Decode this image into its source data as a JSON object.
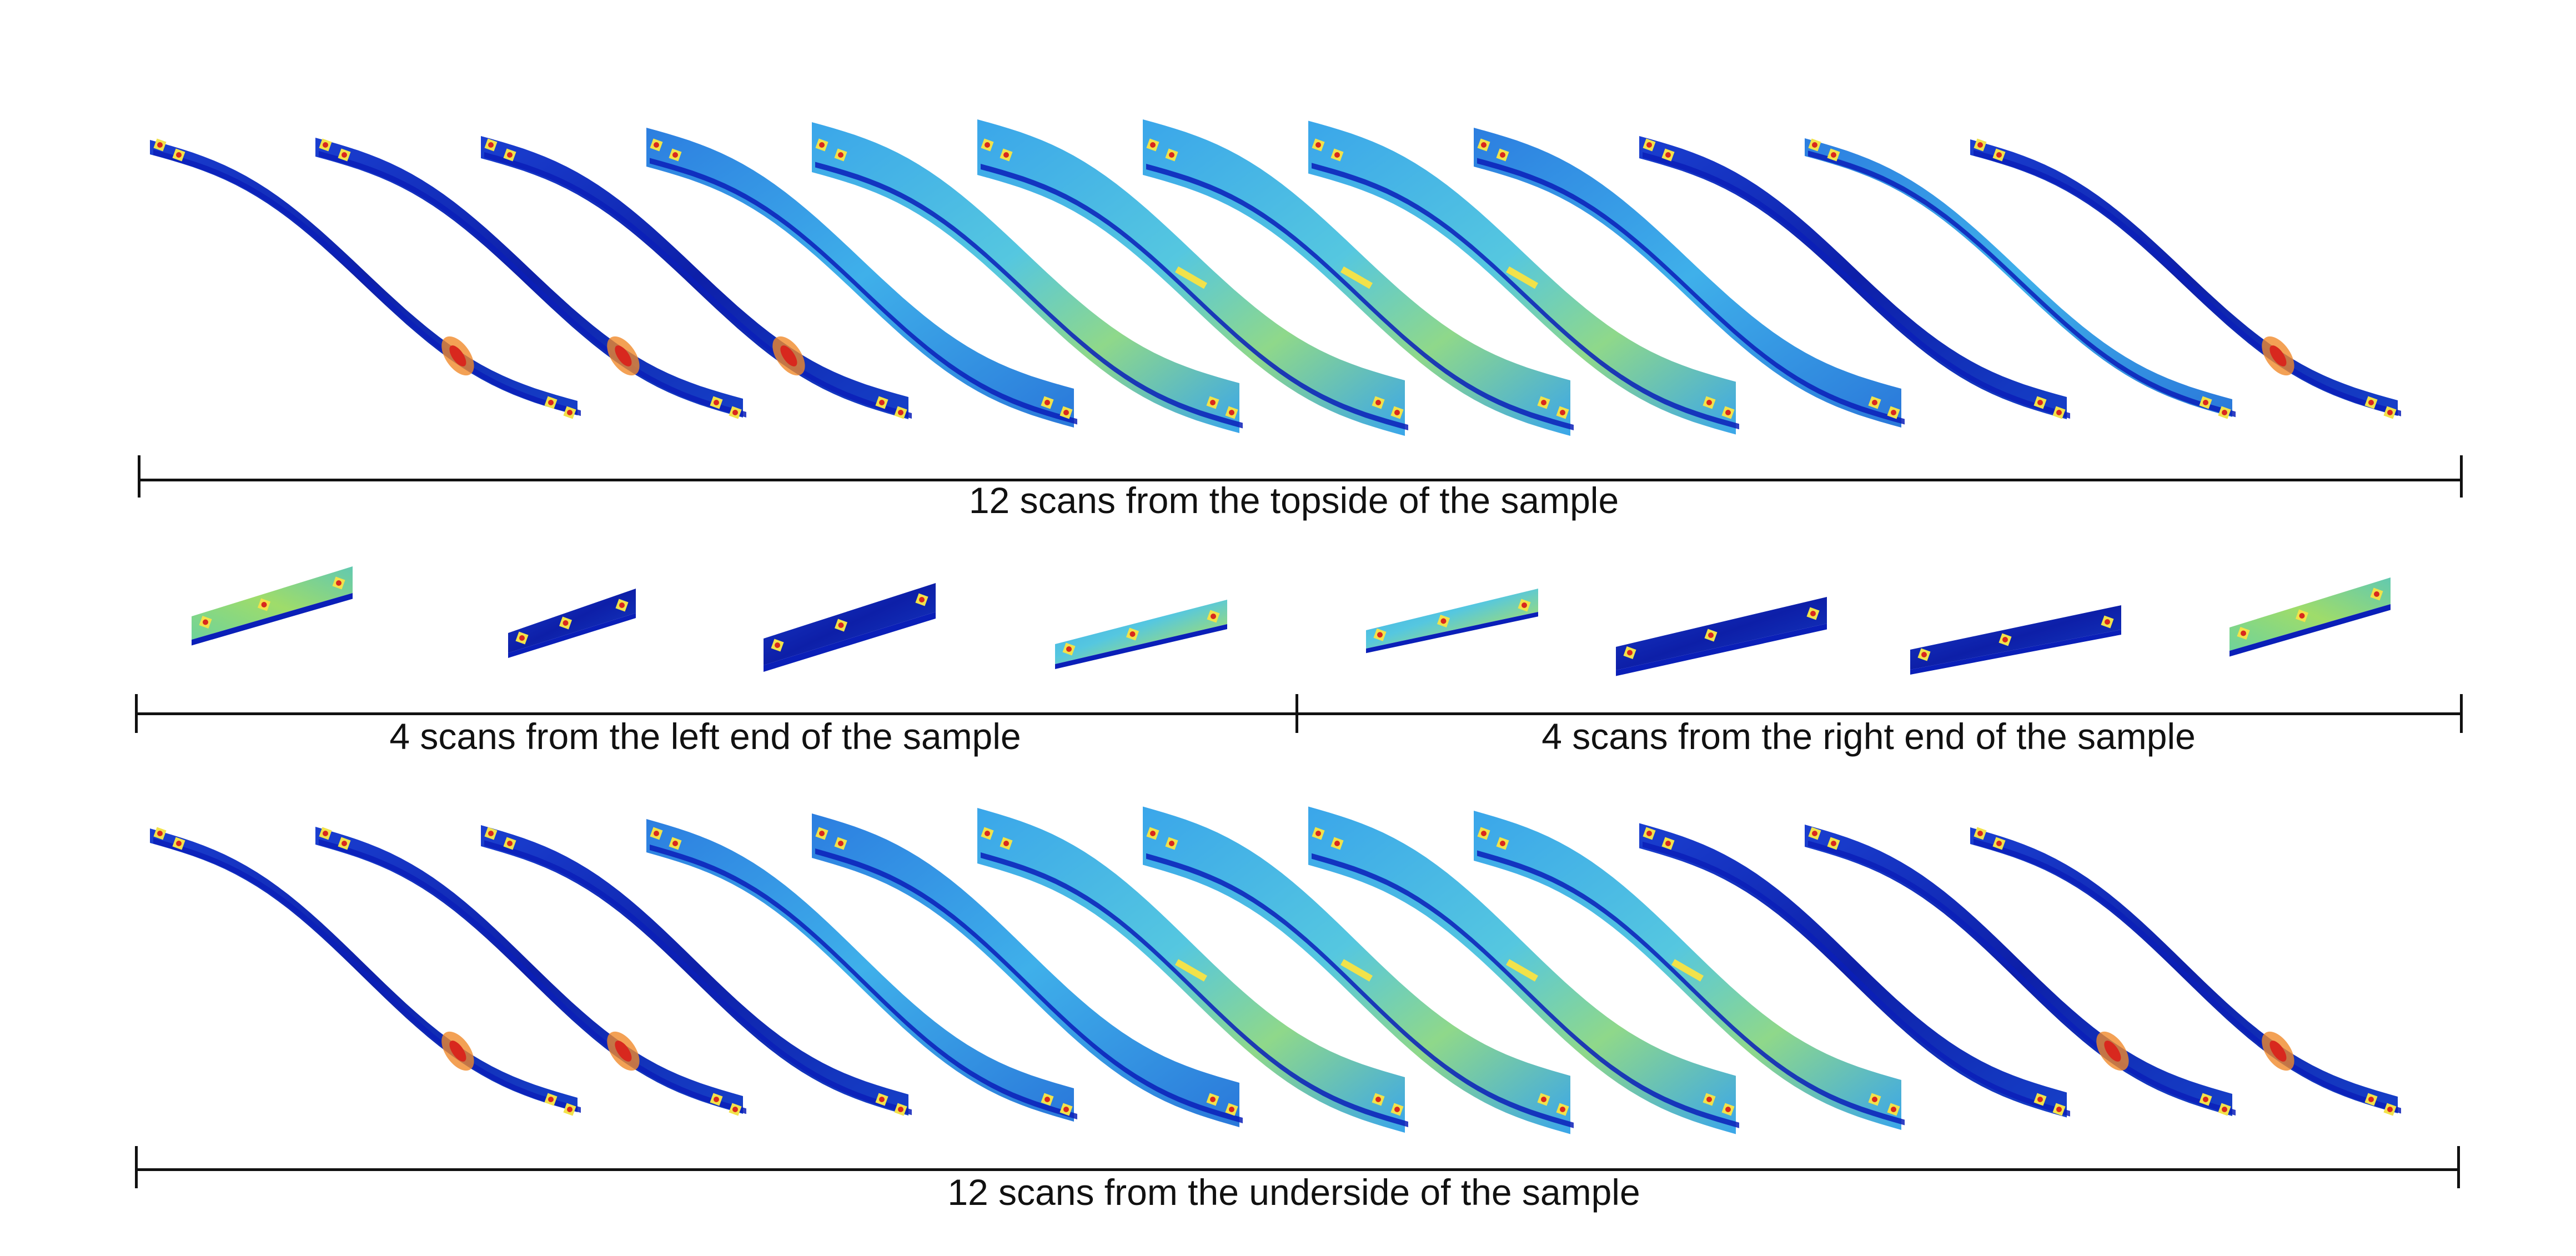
{
  "figure": {
    "rows": [
      {
        "id": "topside",
        "caption": "12 scans from the topside of the sample",
        "scan_count": 12
      },
      {
        "id": "left-end",
        "caption": "4 scans from the left end of the sample",
        "scan_count": 4
      },
      {
        "id": "right-end",
        "caption": "4 scans from the right end of the sample",
        "scan_count": 4
      },
      {
        "id": "underside",
        "caption": "12 scans from the underside of the sample",
        "scan_count": 12
      }
    ],
    "colormap": "jet",
    "colors": {
      "deep_blue": "#0a1fb8",
      "blue": "#1a55e0",
      "cyan": "#3fb6e8",
      "green": "#7fd18a",
      "yellow": "#f2e24a",
      "orange": "#f08a2a",
      "red": "#d8281e",
      "line": "#111111"
    }
  }
}
